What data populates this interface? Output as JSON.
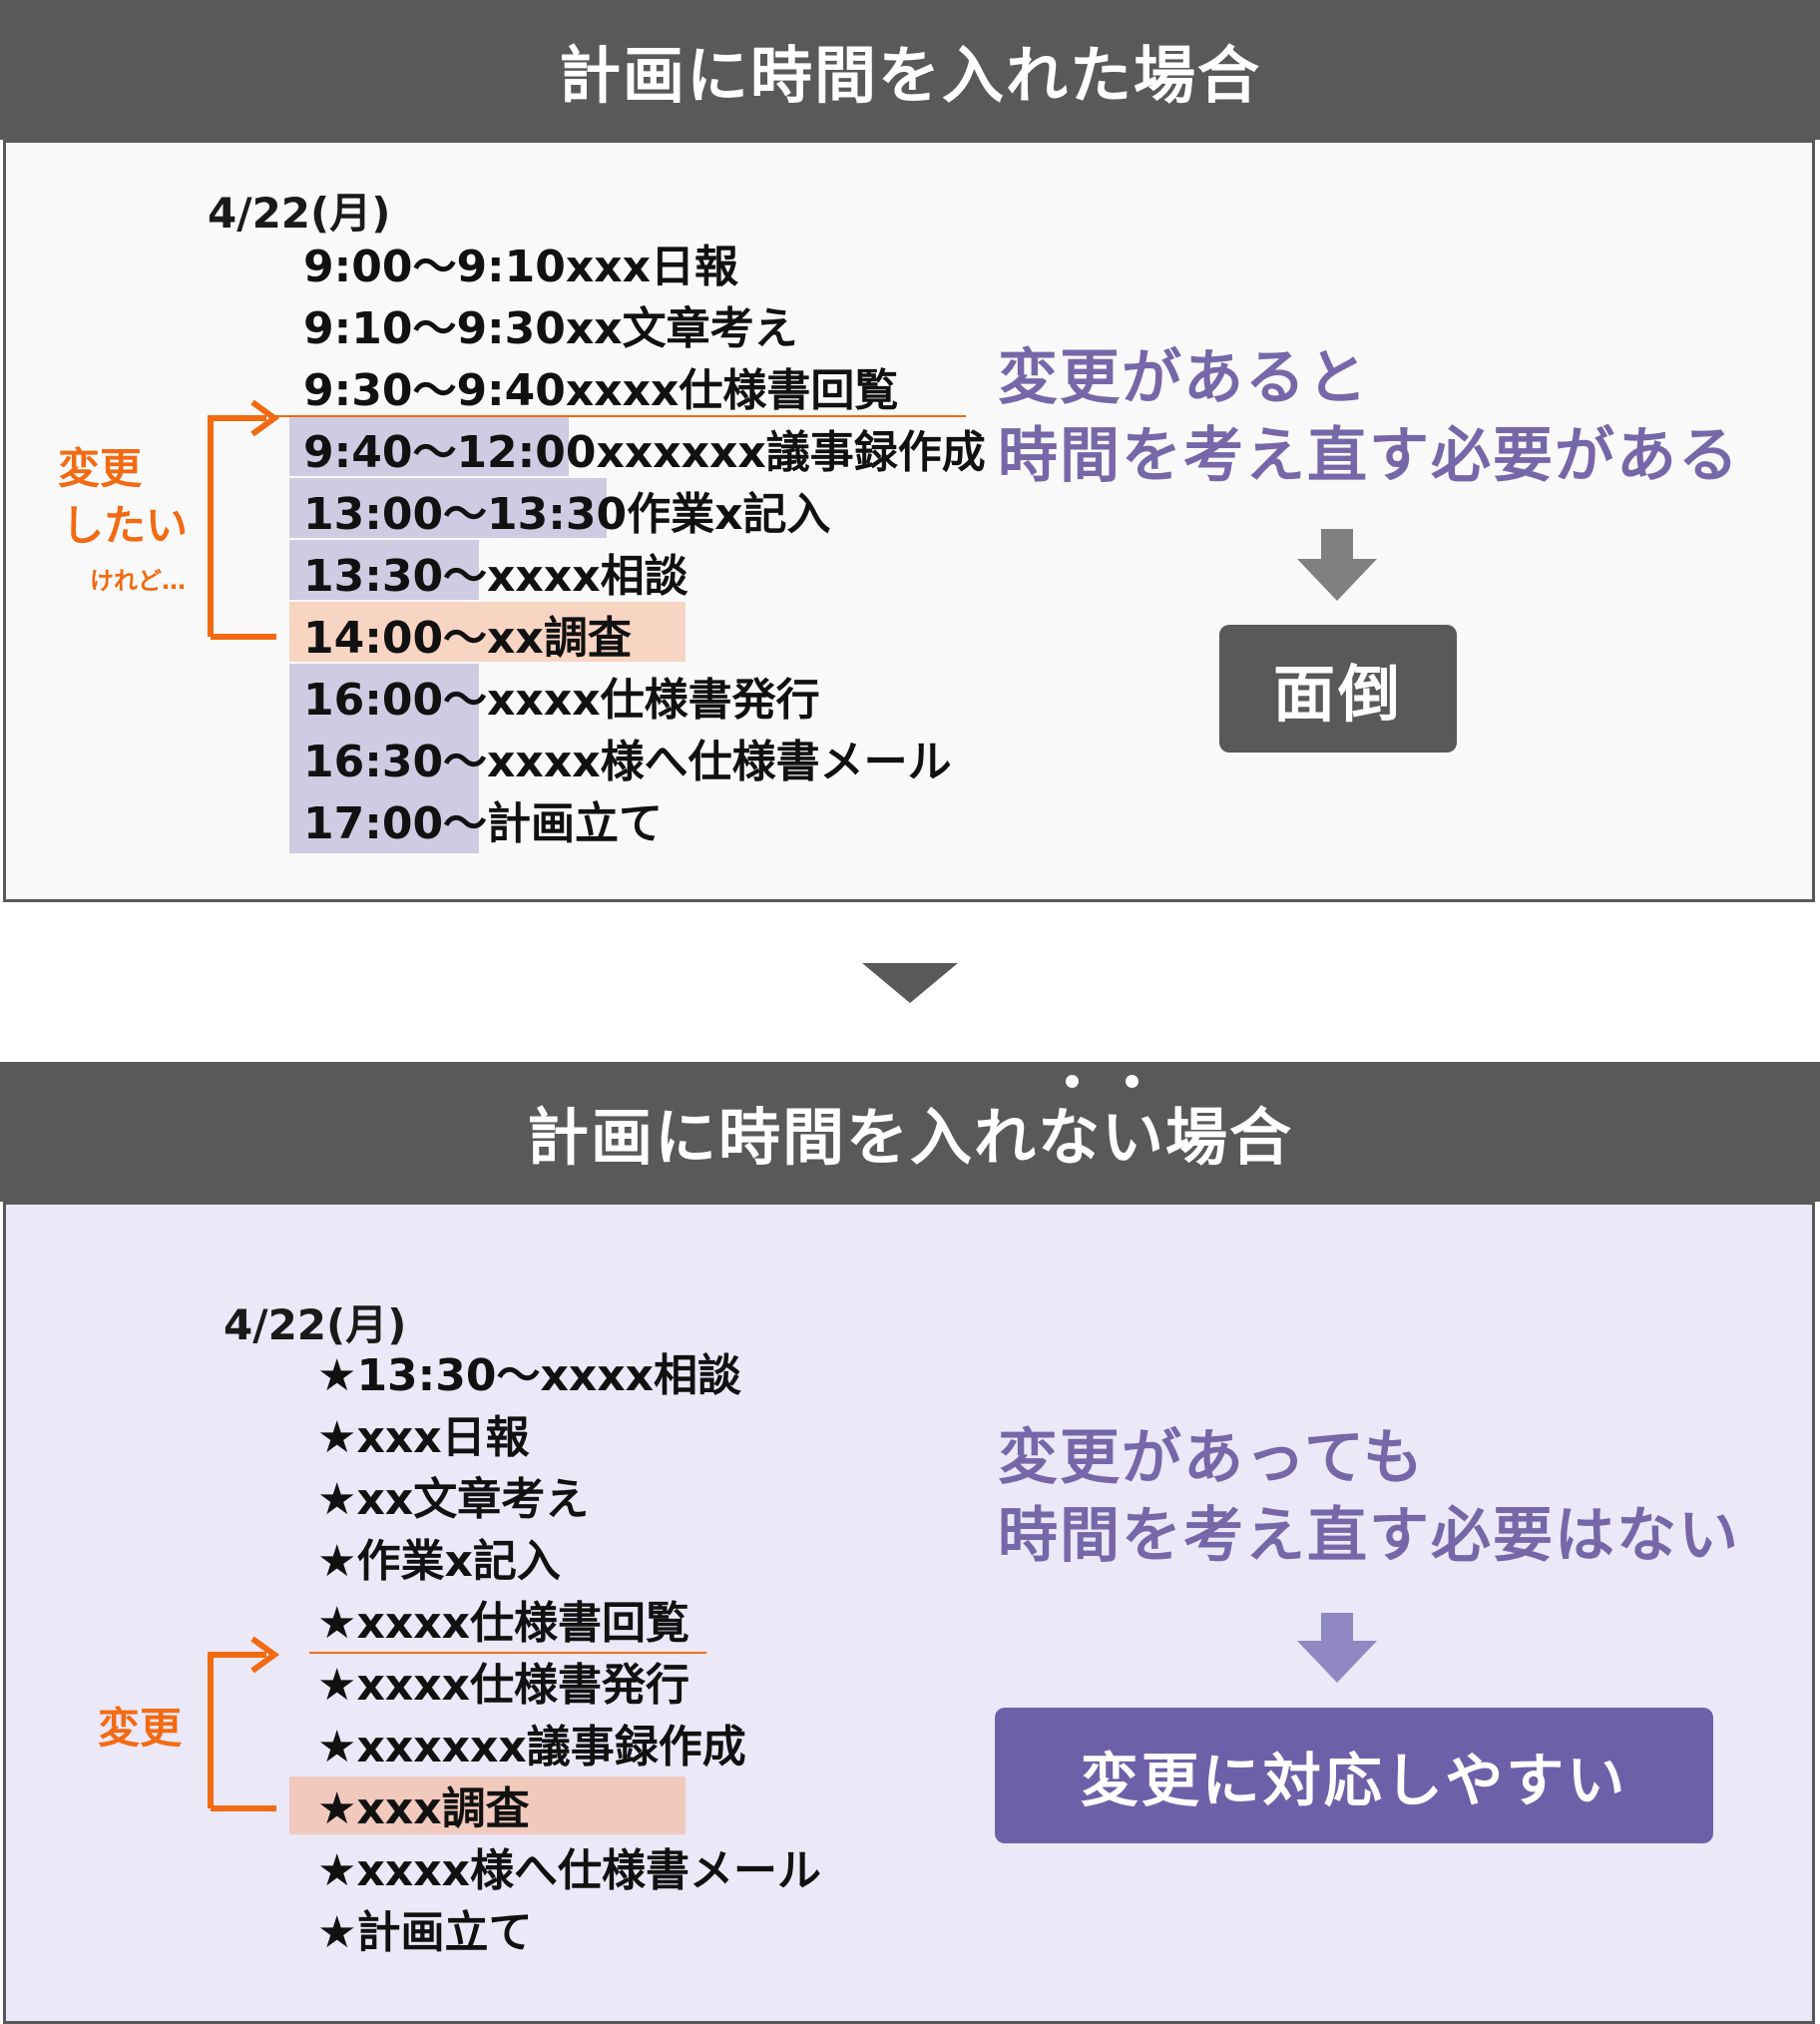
{
  "top": {
    "title": "計画に時間を入れた場合",
    "date": "4/22(月)",
    "items": [
      "9:00～9:10xxx日報",
      "9:10～9:30xx文章考え",
      "9:30～9:40xxxx仕様書回覧",
      "9:40～12:00xxxxxx議事録作成",
      "13:00～13:30作業x記入",
      "13:30～xxxx相談",
      "14:00～xx調査",
      "16:00～xxxx仕様書発行",
      "16:30～xxxx様へ仕様書メール",
      "17:00～計画立て"
    ],
    "side_label_line1": "変更",
    "side_label_line2": "したい",
    "side_label_small": "けれど…",
    "message_line1": "変更があると",
    "message_line2": "時間を考え直す必要がある",
    "result": "面倒"
  },
  "bottom": {
    "title": "計画に時間を入れない場合",
    "date": "4/22(月)",
    "items": [
      "★13:30～xxxx相談",
      "★xxx日報",
      "★xx文章考え",
      "★作業x記入",
      "★xxxx仕様書回覧",
      "★xxxx仕様書発行",
      "★xxxxxx議事録作成",
      "★xxx調査",
      "★xxxx様へ仕様書メール",
      "★計画立て"
    ],
    "side_label": "変更",
    "message_line1": "変更があっても",
    "message_line2": "時間を考え直す必要はない",
    "result": "変更に対応しやすい"
  },
  "colors": {
    "header_bg": "#595959",
    "accent_orange": "#f26a12",
    "purple": "#7667a9",
    "purple_box": "#6e60a8",
    "highlight_time": "#cfcbe2",
    "highlight_peach": "#f8d4c2",
    "top_panel_bg": "#f9f9f9",
    "bottom_panel_bg": "#ebe8f7"
  }
}
